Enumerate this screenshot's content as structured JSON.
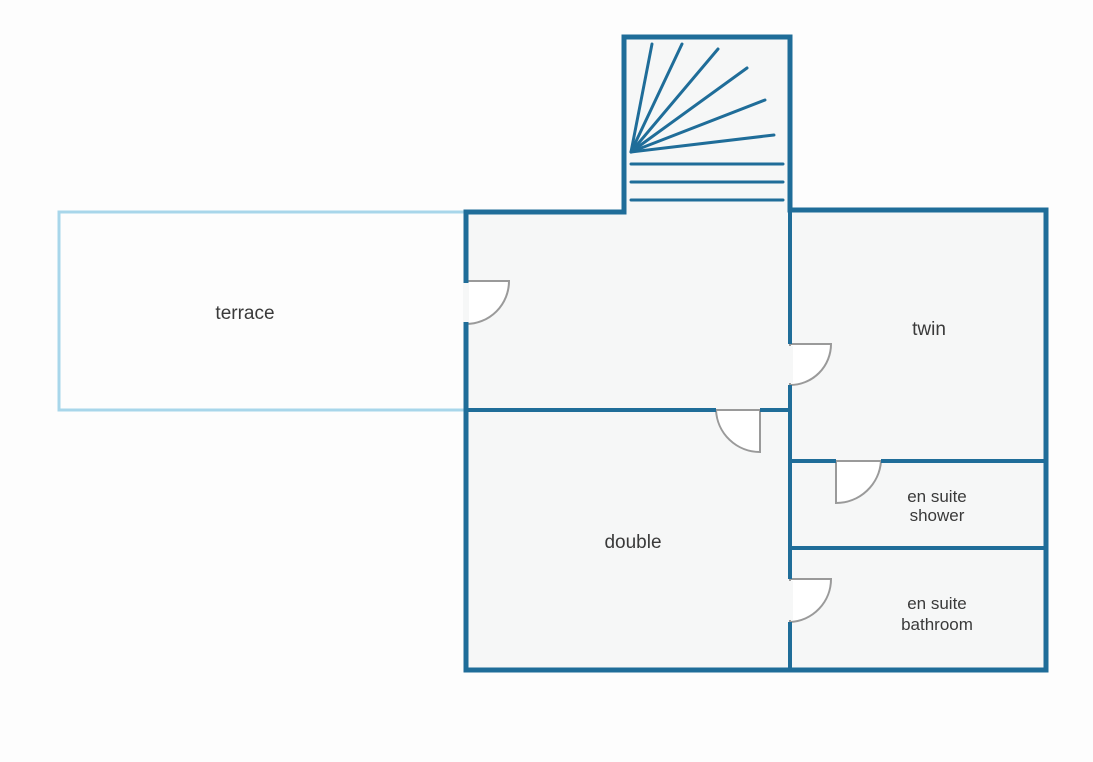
{
  "plan": {
    "colors": {
      "wall": "#1f6d99",
      "terrace_outline": "#a8d6ea",
      "floor": "#f6f7f7",
      "door": "#9a9a9a",
      "label": "#3a3a3a"
    },
    "rooms": {
      "terrace": {
        "label": "terrace"
      },
      "twin": {
        "label": "twin"
      },
      "double": {
        "label": "double"
      },
      "en_suite_shower": {
        "label_line1": "en suite",
        "label_line2": "shower"
      },
      "en_suite_bathroom": {
        "label_line1": "en suite",
        "label_line2": "bathroom"
      }
    },
    "features": {
      "staircase": "staircase-icon",
      "doors": [
        "door-terrace",
        "door-twin",
        "door-double",
        "door-shower",
        "door-bathroom"
      ]
    }
  }
}
